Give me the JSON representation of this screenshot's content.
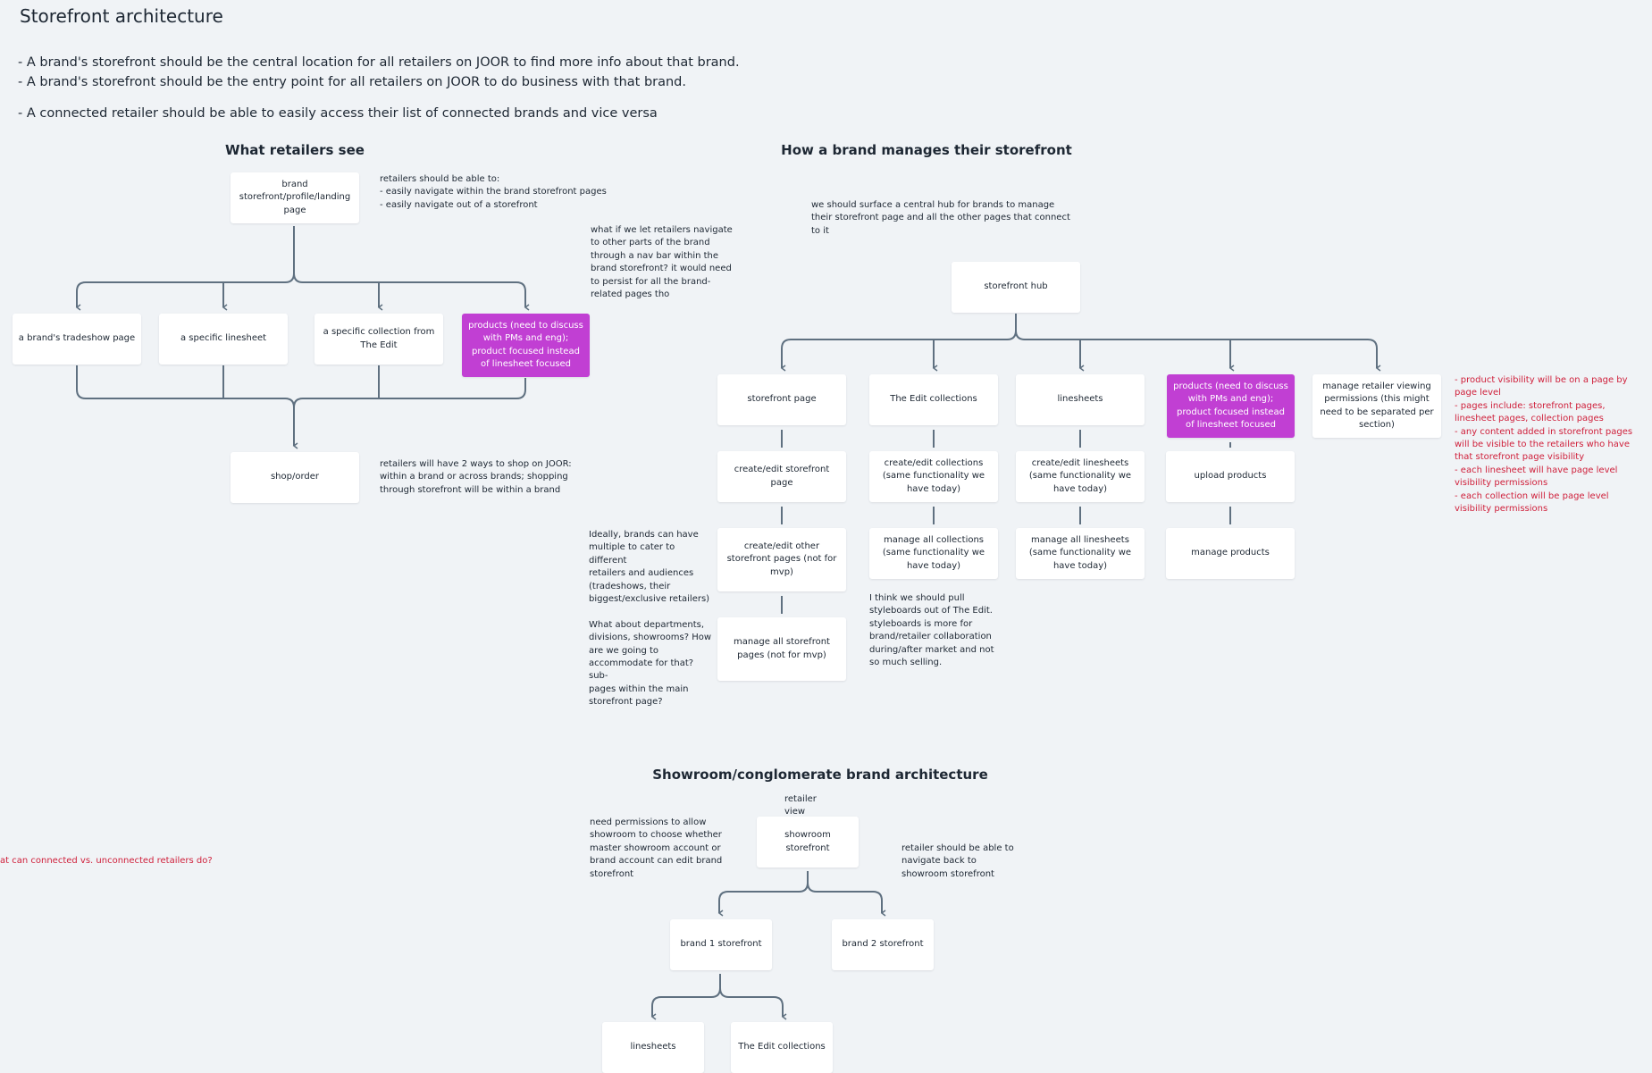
{
  "page_title": "Storefront architecture",
  "bullets": [
    "- A brand's storefront should be the central location for all retailers on JOOR to find more info about that brand.",
    "- A brand's storefront should be the entry point for all retailers on JOOR to do business with that brand.",
    "- A connected retailer should be able to easily access their list of connected brands and vice versa"
  ],
  "retailers_section": {
    "title": "What retailers see",
    "root": "brand storefront/profile/landing page",
    "root_note": [
      "retailers should be able to:",
      "- easily navigate within the brand storefront pages",
      "- easily navigate out of a storefront"
    ],
    "nav_note": [
      "what if we let retailers navigate",
      "to other parts of the brand",
      "through a nav bar within the",
      "brand storefront? it would need",
      "to persist for all the brand-",
      "related pages tho"
    ],
    "children": [
      "a brand's tradeshow page",
      "a specific linesheet",
      "a specific collection from The Edit",
      "products (need to discuss with PMs and eng); product focused instead of linesheet focused"
    ],
    "shop": "shop/order",
    "shop_note": [
      "retailers will have 2 ways to shop on JOOR:",
      "within a brand or across brands; shopping",
      "through storefront will be within a brand"
    ]
  },
  "brand_section": {
    "title": "How a brand manages their storefront",
    "hub_note": [
      "we should surface a central hub for brands to manage",
      "their storefront page and all the other pages that connect",
      "to it"
    ],
    "hub": "storefront hub",
    "columns": {
      "storefront_page": "storefront page",
      "create_edit_storefront": "create/edit storefront page",
      "create_edit_other": "create/edit other storefront pages (not for mvp)",
      "manage_all_storefront": "manage all storefront pages (not for mvp)",
      "edit_collections": "The Edit collections",
      "create_edit_collections": "create/edit collections (same functionality we have today)",
      "manage_all_collections": "manage all collections (same functionality we have today)",
      "linesheets": "linesheets",
      "create_edit_linesheets": "create/edit linesheets (same functionality we have today)",
      "manage_all_linesheets": "manage all linesheets (same functionality we have today)",
      "products": "products (need to discuss with PMs and eng); product focused instead of linesheet focused",
      "upload_products": "upload products",
      "manage_products": "manage products",
      "permissions": "manage retailer viewing permissions (this might need to be separated per section)"
    },
    "ideally_note": [
      "Ideally, brands can have",
      "multiple to cater to different",
      "retailers and audiences",
      "(tradeshows, their",
      "biggest/exclusive retailers)",
      "",
      "What about departments,",
      "divisions, showrooms? How",
      "are we going to",
      "accommodate for that? sub-",
      "pages within the main",
      "storefront page?"
    ],
    "styleboards_note": [
      "I think we should pull",
      "styleboards out of The Edit.",
      "styleboards is more for",
      "brand/retailer collaboration",
      "during/after market and not",
      "so much selling."
    ],
    "visibility_note": [
      "- product visibility will be on a page by",
      "page level",
      "- pages include: storefront pages,",
      "linesheet pages, collection pages",
      "- any content added in storefront pages",
      "will be visible to the retailers who have",
      "that storefront page visibility",
      "- each linesheet will have page level",
      "visibility permissions",
      "- each collection will be page level",
      "visibility permissions"
    ]
  },
  "showroom_section": {
    "title": "Showroom/conglomerate brand architecture",
    "view_label": "retailer view",
    "root": "showroom storefront",
    "left_note": [
      "need permissions to allow",
      "showroom to choose whether",
      "master showroom account or",
      "brand account can edit brand",
      "storefront"
    ],
    "right_note": [
      "retailer should be able to",
      "navigate back to",
      "showroom storefront"
    ],
    "brand1": "brand 1 storefront",
    "brand2": "brand 2 storefront",
    "linesheets": "linesheets",
    "edit_collections": "The Edit collections"
  },
  "edge_note": "at can connected vs. unconnected retailers do?",
  "colors": {
    "background": "#f0f3f6",
    "connector": "#5f7080",
    "highlight": "#c13fd3",
    "note_red": "#cf1f3a"
  }
}
